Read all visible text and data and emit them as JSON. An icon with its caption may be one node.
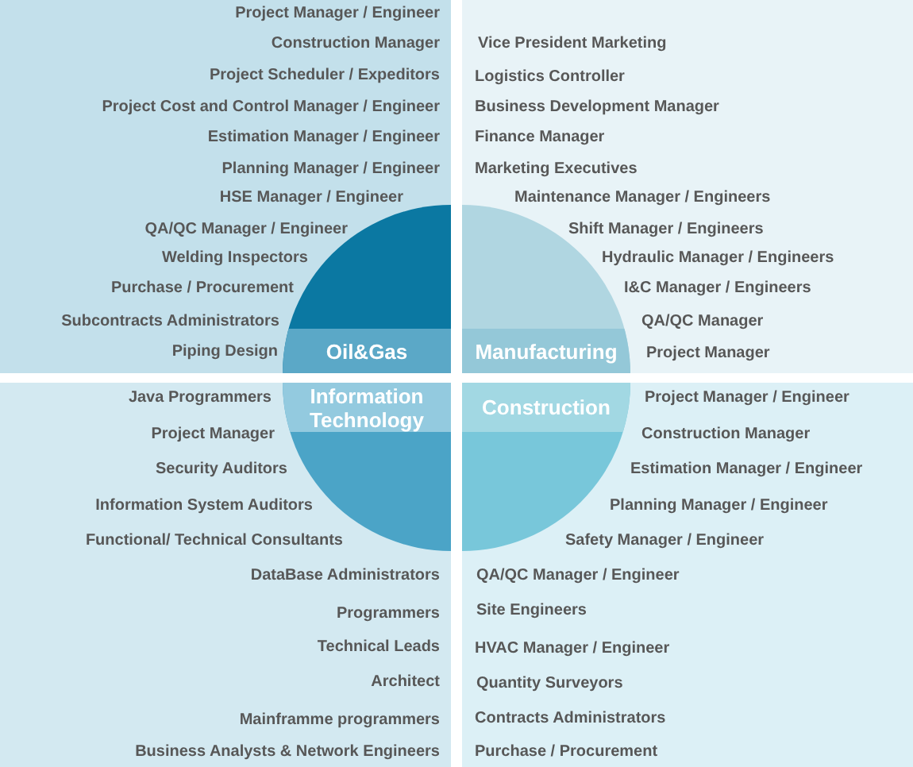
{
  "diagram": {
    "nodes": [
      {
        "text": [
          "Project Manager / Engineer",
          "Construction Manager",
          "Project Scheduler / Expeditors",
          "Project Cost and Control Manager / Engineer",
          "Estimation Manager / Engineer",
          "Planning Manager / Engineer",
          "HSE Manager / Engineer",
          "QA/QC Manager / Engineer",
          "Welding Inspectors",
          "Purchase / Procurement",
          "Subcontracts Administrators",
          "Piping Design"
        ]
      },
      {
        "text": [
          "Oil&Gas"
        ],
        "in": 0
      },
      {
        "text": [
          "Vice President Marketing",
          "Logistics Controller",
          "Business Development Manager",
          "Finance Manager",
          "Marketing Executives",
          "Maintenance Manager / Engineers",
          "Shift Manager / Engineers",
          "Hydraulic Manager / Engineers",
          "I&C Manager / Engineers",
          "QA/QC Manager",
          "Project Manager"
        ]
      },
      {
        "text": [
          "Manufacturing"
        ],
        "in": 2
      },
      {
        "text": [
          "Java Programmers",
          "Project Manager",
          "Security Auditors",
          "Information System Auditors",
          "Functional/ Technical Consultants",
          "DataBase Administrators",
          "Programmers",
          "Technical Leads",
          "Architect",
          "Mainframme programmers",
          "Business Analysts & Network Engineers"
        ]
      },
      {
        "text": [
          "Information Technology"
        ],
        "in": 4
      },
      {
        "text": [
          "Project Manager / Engineer",
          "Construction Manager",
          "Estimation Manager / Engineer",
          "Planning Manager / Engineer",
          "Safety Manager / Engineer",
          "QA/QC Manager / Engineer",
          "Site Engineers",
          "HVAC Manager / Engineer",
          "Quantity Surveyors",
          "Contracts Administrators",
          "Purchase / Procurement"
        ]
      },
      {
        "text": [
          "Construction"
        ],
        "in": 6
      }
    ]
  }
}
